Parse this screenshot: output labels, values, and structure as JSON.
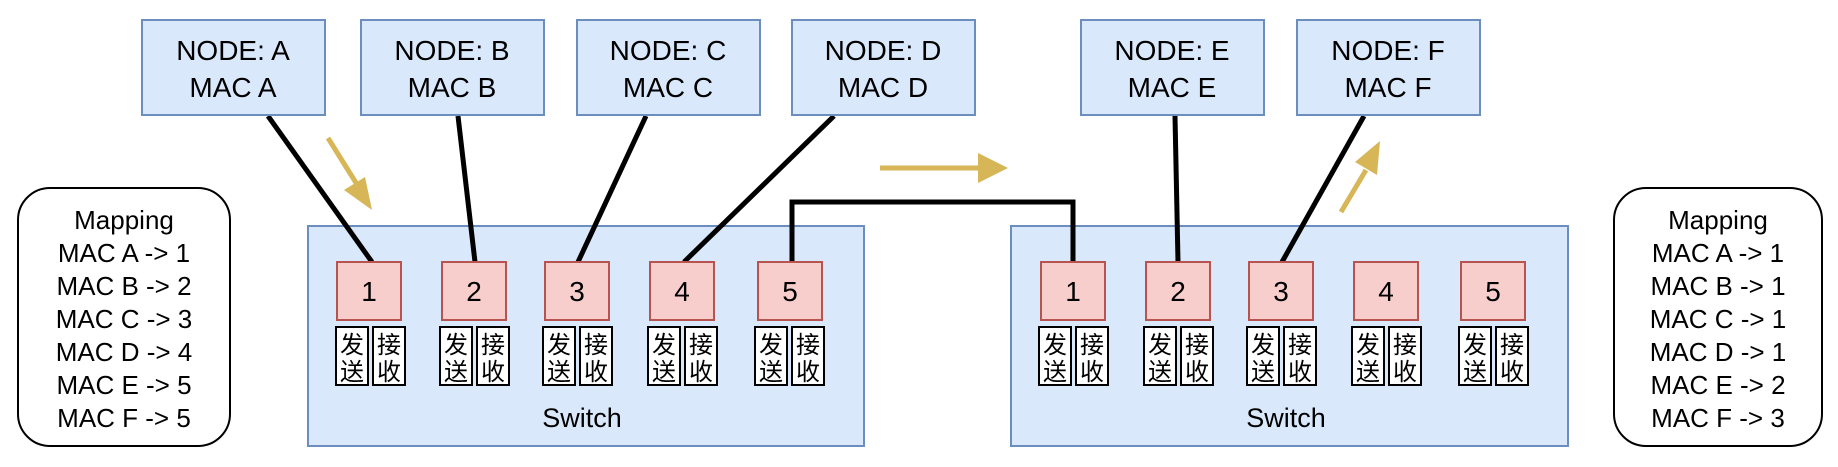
{
  "nodes": [
    {
      "name": "NODE: A",
      "mac": "MAC A"
    },
    {
      "name": "NODE: B",
      "mac": "MAC B"
    },
    {
      "name": "NODE: C",
      "mac": "MAC C"
    },
    {
      "name": "NODE: D",
      "mac": "MAC D"
    },
    {
      "name": "NODE: E",
      "mac": "MAC E"
    },
    {
      "name": "NODE: F",
      "mac": "MAC F"
    }
  ],
  "switches": [
    {
      "label": "Switch",
      "ports": [
        "1",
        "2",
        "3",
        "4",
        "5"
      ]
    },
    {
      "label": "Switch",
      "ports": [
        "1",
        "2",
        "3",
        "4",
        "5"
      ]
    }
  ],
  "queue_labels": {
    "send": [
      "发",
      "送"
    ],
    "receive": [
      "接",
      "收"
    ]
  },
  "mappings": [
    {
      "title": "Mapping",
      "entries": [
        "MAC A -> 1",
        "MAC B -> 2",
        "MAC C -> 3",
        "MAC D -> 4",
        "MAC E -> 5",
        "MAC F -> 5"
      ]
    },
    {
      "title": "Mapping",
      "entries": [
        "MAC A -> 1",
        "MAC B -> 1",
        "MAC C -> 1",
        "MAC D -> 1",
        "MAC E -> 2",
        "MAC F -> 3"
      ]
    }
  ],
  "colors": {
    "node_fill": "#dae8fc",
    "node_stroke": "#6c8ebf",
    "port_fill": "#f8cecc",
    "port_stroke": "#b85450",
    "arrow": "#d6b656",
    "wire": "#000000"
  }
}
